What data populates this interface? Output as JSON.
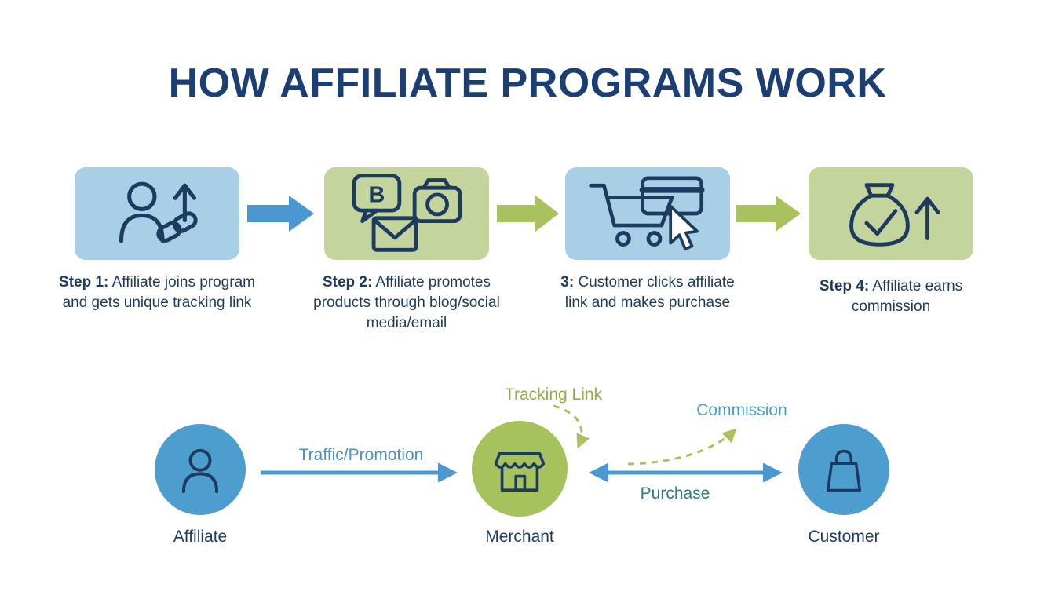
{
  "title": "HOW AFFILIATE PROGRAMS WORK",
  "steps": [
    {
      "prefix": "Step 1:",
      "text": " Affiliate joins program and gets unique tracking link"
    },
    {
      "prefix": "Step 2:",
      "text": " Affiliate promotes products through blog/social media/email"
    },
    {
      "prefix": "3:",
      "text": " Customer clicks affiliate link and makes purchase"
    },
    {
      "prefix": "Step 4:",
      "text": " Affiliate earns commission"
    }
  ],
  "flow": {
    "nodes": [
      {
        "label": "Affiliate"
      },
      {
        "label": "Merchant"
      },
      {
        "label": "Customer"
      }
    ],
    "labels": {
      "traffic": "Traffic/Promotion",
      "tracking": "Tracking Link",
      "commission": "Commission",
      "purchase": "Purchase"
    }
  },
  "icons": {
    "step1": "affiliate-join-link-icon",
    "step2": "blog-social-email-icon",
    "step3": "cart-click-purchase-icon",
    "step4": "money-bag-earnings-icon",
    "affiliate_node": "person-icon",
    "merchant_node": "storefront-icon",
    "customer_node": "shopping-bag-icon"
  },
  "colors": {
    "title": "#1b3f72",
    "box_blue": "#a9cfe6",
    "box_green": "#c3d59c",
    "arrow_blue": "#4a97d2",
    "arrow_green": "#a9c25d",
    "circle_blue": "#4d9dce",
    "circle_green": "#a6c25d",
    "icon_stroke": "#1d3a5f",
    "caption_text": "#1f3a5c",
    "label_traffic": "#4a90c4",
    "label_tracking": "#8fae4e",
    "label_commission": "#4aa0cc",
    "label_purchase": "#2e7d85"
  }
}
